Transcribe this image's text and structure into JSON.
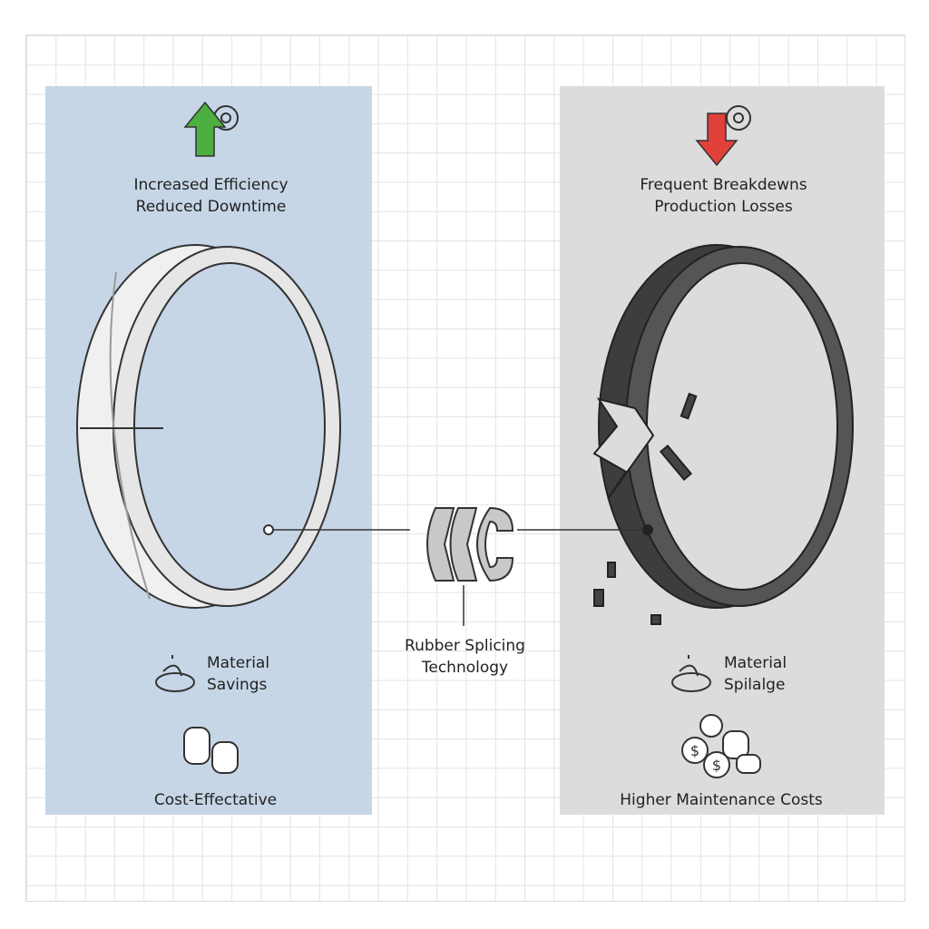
{
  "left_panel": {
    "header": [
      "Increased Efficiency",
      "Reduced Downtime"
    ],
    "material": [
      "Material",
      "Savings"
    ],
    "cost": "Cost-Effectative"
  },
  "right_panel": {
    "header": [
      "Frequent Breakdewns",
      "Production Losses"
    ],
    "material": [
      "Material",
      "Spilalge"
    ],
    "cost": "Higher Maintenance Costs"
  },
  "center": {
    "label": [
      "Rubber Splicing",
      "Technology"
    ]
  },
  "colors": {
    "left_bg": "#c6d6e7",
    "right_bg": "#dcdcdc",
    "up_arrow": "#4caf3f",
    "down_arrow": "#e0413a"
  }
}
